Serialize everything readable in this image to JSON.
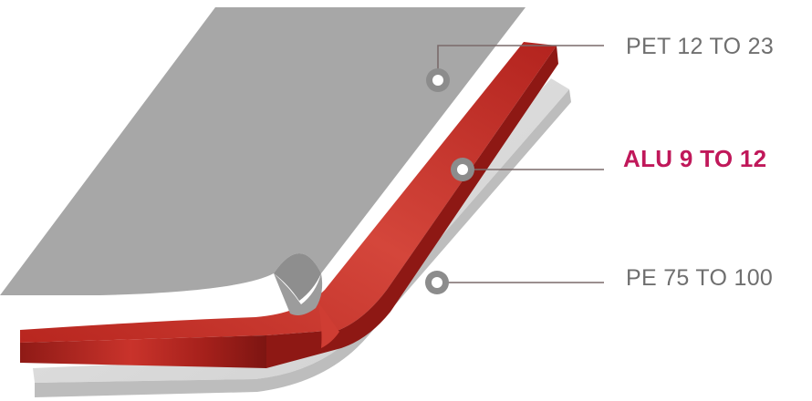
{
  "layers": [
    {
      "id": "pet",
      "label": "PET 12 TO 23",
      "color": "#6f6f6f",
      "highlight": false
    },
    {
      "id": "alu",
      "label": "ALU 9 TO 12",
      "color": "#c0185a",
      "highlight": true
    },
    {
      "id": "pe",
      "label": "PE 75 TO 100",
      "color": "#6f6f6f",
      "highlight": false
    }
  ],
  "colors": {
    "pet_fill": "#a6a6a6",
    "alu_fill": "#b3231e",
    "alu_highlight": "#d8443a",
    "pe_fill": "#e1e1e1",
    "pe_shadow": "#c4c4c4",
    "leader_line": "#7a6060",
    "marker": "#8a8a8a"
  }
}
